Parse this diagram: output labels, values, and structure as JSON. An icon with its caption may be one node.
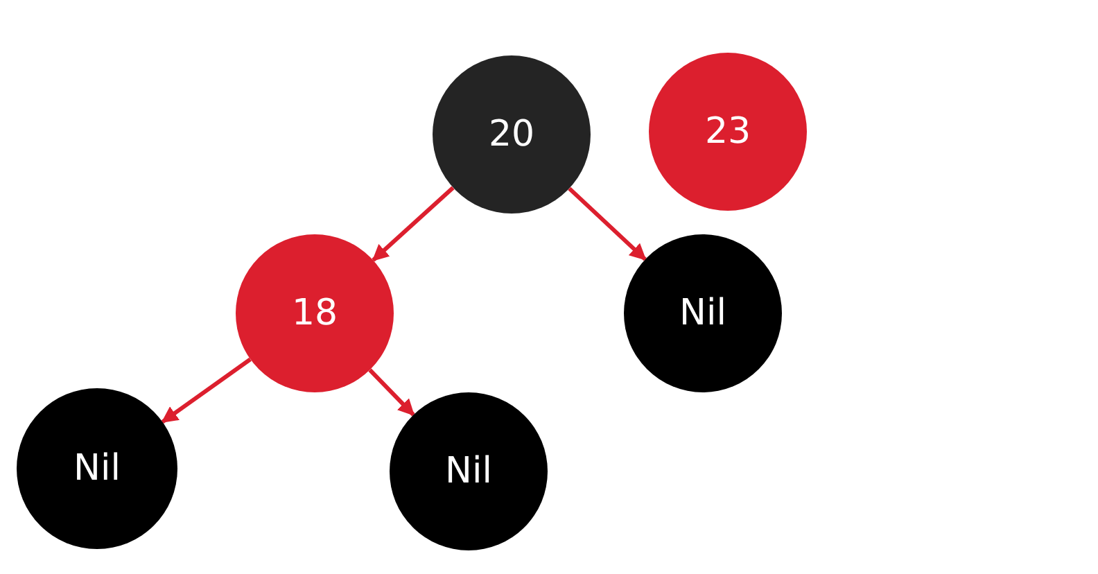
{
  "diagram": {
    "nodes": [
      {
        "text": [
          "20"
        ]
      },
      {
        "text": [
          "23"
        ]
      },
      {
        "text": [
          "18"
        ]
      },
      {
        "text": [
          "Nil"
        ]
      },
      {
        "text": [
          "Nil"
        ]
      },
      {
        "text": [
          "Nil"
        ]
      }
    ],
    "edges": [
      {
        "from": 0,
        "to": 2,
        "arrow": "to"
      },
      {
        "from": 0,
        "to": 3,
        "arrow": "to"
      },
      {
        "from": 2,
        "to": 4,
        "arrow": "to"
      },
      {
        "from": 2,
        "to": 5,
        "arrow": "to"
      }
    ]
  }
}
